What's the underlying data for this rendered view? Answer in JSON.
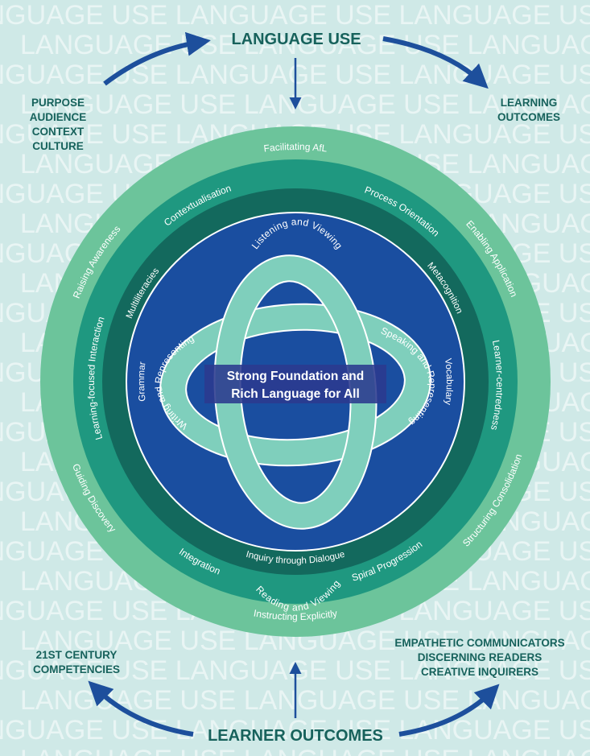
{
  "watermark": "LANGUAGE USE",
  "top_title": "LANGUAGE USE",
  "bottom_title": "LEARNER OUTCOMES",
  "top_left": [
    "PURPOSE",
    "AUDIENCE",
    "CONTEXT",
    "CULTURE"
  ],
  "top_right": [
    "LEARNING",
    "OUTCOMES"
  ],
  "bottom_left": [
    "21ST CENTURY",
    "COMPETENCIES"
  ],
  "bottom_right": [
    "EMPATHETIC COMMUNICATORS",
    "DISCERNING READERS",
    "CREATIVE INQUIRERS"
  ],
  "outer_ring": {
    "facilitating": "Facilitating AfL",
    "enabling": "Enabling Application",
    "structuring": "Structuring Consolidation",
    "instructing": "Instructing Explicitly",
    "guiding": "Guiding Discovery",
    "raising": "Raising Awareness"
  },
  "middle_ring": {
    "contextualisation": "Contextualisation",
    "process": "Process Orientation",
    "learner": "Learner-centredness",
    "spiral": "Spiral Progression",
    "integration": "Integration",
    "learning_focused": "Learning-focused Interaction"
  },
  "inner_ring": {
    "multiliteracies": "Multiliteracies",
    "metacognition": "Metacognition",
    "inquiry": "Inquiry through Dialogue"
  },
  "core": {
    "grammar": "Grammar",
    "vocabulary": "Vocabulary"
  },
  "knot": {
    "listening": "Listening and Viewing",
    "speaking": "Speaking and Representing",
    "reading": "Reading and Viewing",
    "writing": "Writing and Representing"
  },
  "center_label": [
    "Strong Foundation and",
    "Rich Language for All"
  ],
  "colors": {
    "background": "#cfe9e7",
    "outer_ring": "#6cc49b",
    "middle_ring": "#1f9880",
    "inner_ring": "#13695d",
    "core": "#1a4ea0",
    "knot": "#7fcfbc",
    "arrow": "#1d4f9c",
    "heading": "#17625c"
  }
}
